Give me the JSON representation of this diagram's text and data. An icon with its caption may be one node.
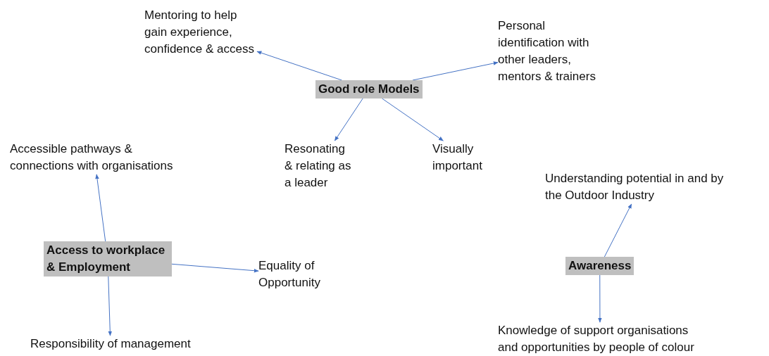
{
  "diagram": {
    "nodes": [
      {
        "text": [
          "Good role Models"
        ]
      },
      {
        "text": [
          "Mentoring to help gain experience, confidence & access"
        ]
      },
      {
        "text": [
          "Personal identification with other leaders, mentors & trainers"
        ]
      },
      {
        "text": [
          "Resonating & relating as a leader"
        ]
      },
      {
        "text": [
          "Visually important"
        ]
      },
      {
        "text": [
          "Accessible pathways & connections with organisations"
        ]
      },
      {
        "text": [
          "Access to workplace & Employment"
        ]
      },
      {
        "text": [
          "Equality of Opportunity"
        ]
      },
      {
        "text": [
          "Responsibility of management"
        ]
      },
      {
        "text": [
          "Understanding potential in and by the Outdoor Industry"
        ]
      },
      {
        "text": [
          "Awareness"
        ]
      },
      {
        "text": [
          "Knowledge of support organisations and opportunities by people of colour"
        ]
      }
    ],
    "edges": [
      {
        "from": 0,
        "to": 1,
        "arrow": "to"
      },
      {
        "from": 0,
        "to": 2,
        "arrow": "to"
      },
      {
        "from": 0,
        "to": 3,
        "arrow": "to"
      },
      {
        "from": 0,
        "to": 4,
        "arrow": "to"
      },
      {
        "from": 6,
        "to": 5,
        "arrow": "to"
      },
      {
        "from": 6,
        "to": 7,
        "arrow": "to"
      },
      {
        "from": 6,
        "to": 8,
        "arrow": "to"
      },
      {
        "from": 10,
        "to": 9,
        "arrow": "to"
      },
      {
        "from": 10,
        "to": 11,
        "arrow": "to"
      }
    ]
  }
}
